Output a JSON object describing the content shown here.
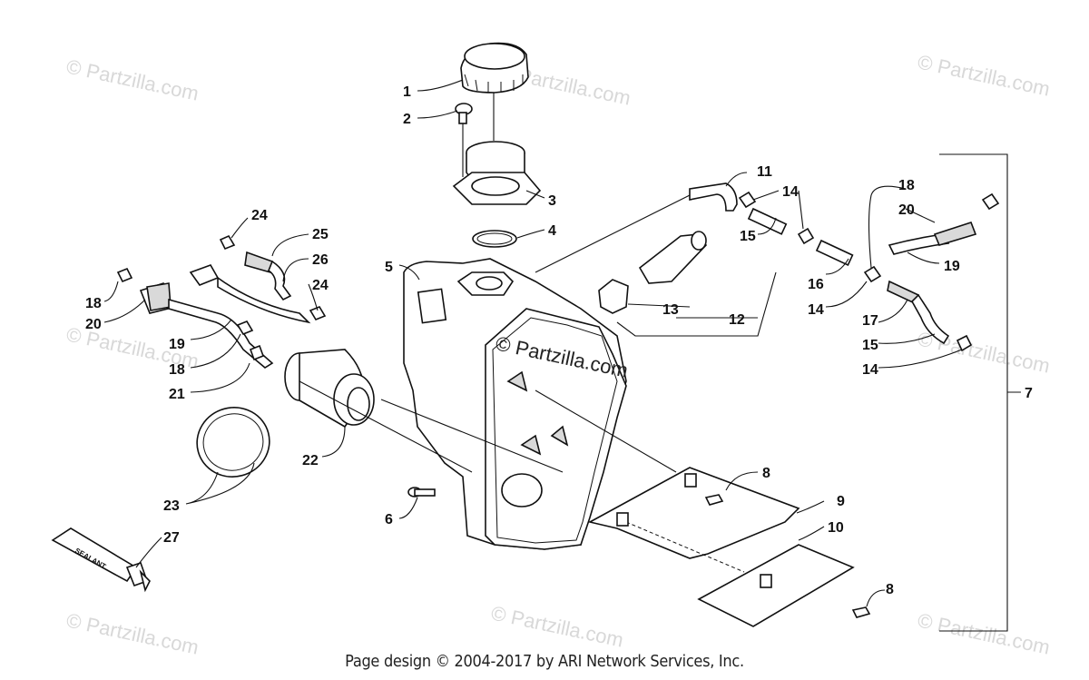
{
  "footer": {
    "credit": "Page design © 2004-2017 by ARI Network Services, Inc."
  },
  "watermark": {
    "text": "© Partzilla.com"
  },
  "sealant_label": "SEALANT",
  "callouts": {
    "c1": "1",
    "c2": "2",
    "c3": "3",
    "c4": "4",
    "c5": "5",
    "c6": "6",
    "c7": "7",
    "c8a": "8",
    "c8b": "8",
    "c9": "9",
    "c10": "10",
    "c11": "11",
    "c12": "12",
    "c13": "13",
    "c14a": "14",
    "c14b": "14",
    "c14c": "14",
    "c15a": "15",
    "c15b": "15",
    "c16": "16",
    "c17": "17",
    "c18a": "18",
    "c18b": "18",
    "c18c": "18",
    "c19a": "19",
    "c19b": "19",
    "c20a": "20",
    "c20b": "20",
    "c21": "21",
    "c22": "22",
    "c23": "23",
    "c24a": "24",
    "c24b": "24",
    "c25": "25",
    "c26": "26",
    "c27": "27"
  }
}
